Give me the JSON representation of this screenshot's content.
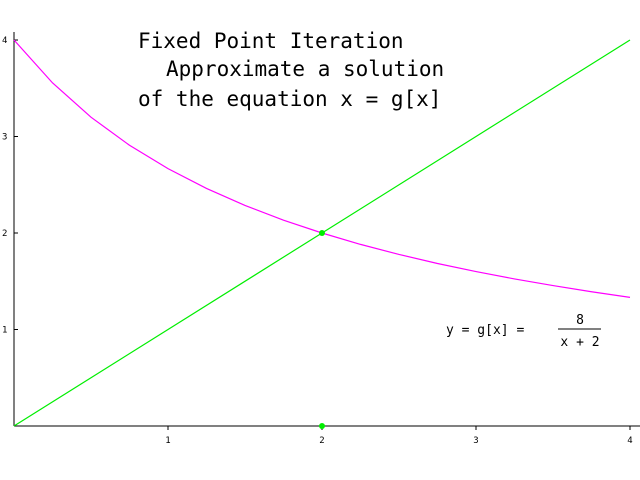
{
  "chart_data": {
    "type": "line",
    "title_lines": [
      "Fixed Point Iteration",
      "Approximate a solution",
      "of the equation x = g[x]"
    ],
    "xlabel": "",
    "ylabel": "",
    "xlim": [
      0,
      4
    ],
    "ylim": [
      0,
      4
    ],
    "x_ticks": [
      1,
      2,
      3,
      4
    ],
    "y_ticks": [
      1,
      2,
      3,
      4
    ],
    "grid": false,
    "series": [
      {
        "color": "#ff00ff",
        "x": [
          0,
          0.25,
          0.5,
          0.75,
          1,
          1.25,
          1.5,
          1.75,
          2,
          2.25,
          2.5,
          2.75,
          3,
          3.25,
          3.5,
          3.75,
          4
        ],
        "y": [
          4,
          3.556,
          3.2,
          2.909,
          2.667,
          2.462,
          2.286,
          2.133,
          2,
          1.882,
          1.778,
          1.684,
          1.6,
          1.524,
          1.455,
          1.391,
          1.333
        ]
      },
      {
        "color": "#00ee00",
        "x": [
          0,
          4
        ],
        "y": [
          0,
          4
        ]
      }
    ],
    "points": [
      {
        "x": 2,
        "y": 2,
        "color": "#00ee00"
      },
      {
        "x": 2,
        "y": 0,
        "color": "#00ee00"
      }
    ],
    "annotation": {
      "lhs": "y = g[x] =",
      "numerator": "8",
      "denominator": "x + 2"
    }
  }
}
